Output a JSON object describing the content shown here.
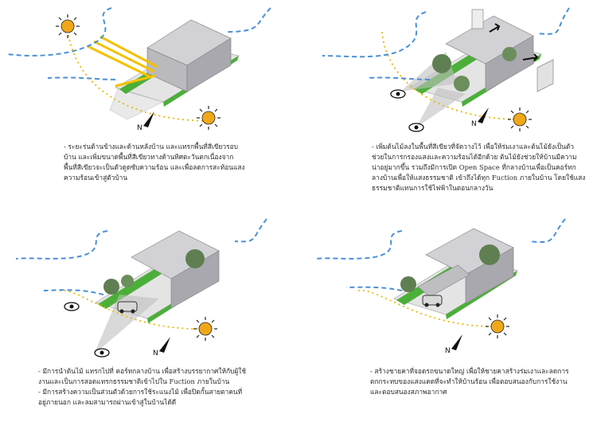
{
  "panels": [
    {
      "id": "p1",
      "caption": "- ระยะร่นด้านข้างและด้านหลังบ้าน  และแทรกพื้นที่สีเขียวรอบ\nบ้าน และเพิ่มขนาดพื้นที่สีเขียวทางด้านทิศตะวันตกเนื่องจาก\nพื้นที่สีเขียวจะเป็นตัวดูดซับความร้อน และเพื่อลดการสะท้อนแสง\nความร้อนเข้าสู่ตัวบ้าน",
      "north_label": "N",
      "icons": [
        "sun-icon",
        "sun-icon",
        "wind-arrow-icon",
        "north-arrow-icon",
        "heat-ray-icon"
      ]
    },
    {
      "id": "p2",
      "caption": "- เพิ่มต้นไม้ลงในพื้นที่สีเขียวที่จัดวางไว้ เพื่อให้ร่มเงาและต้นไม้ยังเป็นตัว\nช่วยในการกรองแสงและความร้อนได้อีกด้วย ต้นไม้ยังช่วยให้บ้านมีความ\nน่าอยู่มากขึ้น รวมถึงมีการเปิด Open Space ที่กลางบ้านเพื่อเป็นคอร์ทก\nลางบ้านเพื่อให้แสงธรรมชาติ เข้าถึงได้ทุก Fuction ภายในบ้าน โดยใช้แสง\nธรรมชาติแทนการใช้ไฟฟ้าในตอนกลางวัน",
      "north_label": "N",
      "icons": [
        "sun-icon",
        "eye-icon",
        "eye-icon",
        "wind-arrow-icon",
        "north-arrow-icon"
      ]
    },
    {
      "id": "p3",
      "caption": "- มีการนำต้นไม้ แทรกไปที่ คอร์ทกลางบ้าน เพื่อสร้างบรรยากาศให้กับผู้ใช้\nงานและเป็นการสอดแทรกธรรมชาติเข้าไปใน Fuction ภายในบ้าน\n- มีการสร้างความเป็นส่วนตัวด้วยการใช้ระแนงไม้ เพื่อปิดกั้นสายตาคนที่\nอยู่ภายนอก และลมสามารถผ่านเข้าสู่ในบ้านได้ดี",
      "north_label": "N",
      "icons": [
        "sun-icon",
        "eye-icon",
        "eye-icon",
        "wind-arrow-icon",
        "north-arrow-icon",
        "car-icon"
      ]
    },
    {
      "id": "p4",
      "caption": "- สร้างชายคาที่จอดรถขนาดใหญ่ เพื่อให้ชายคาสร้างร่มเงาและลดการ\nตกกระทบของแสงแดดที่จะทำให้บ้านร้อน เพื่อตอบสนองกับการใช้งาน\nและตอบสนองสภาพอากาศ",
      "north_label": "N",
      "icons": [
        "sun-icon",
        "wind-arrow-icon",
        "north-arrow-icon",
        "car-icon"
      ]
    }
  ],
  "colors": {
    "wind": "#4a90d9",
    "sun_path": "#e8b800",
    "sun_fill": "#f0a81a",
    "green": "#4caf3a",
    "building": "#c8c8cc",
    "building_dark": "#9a9aa0"
  }
}
